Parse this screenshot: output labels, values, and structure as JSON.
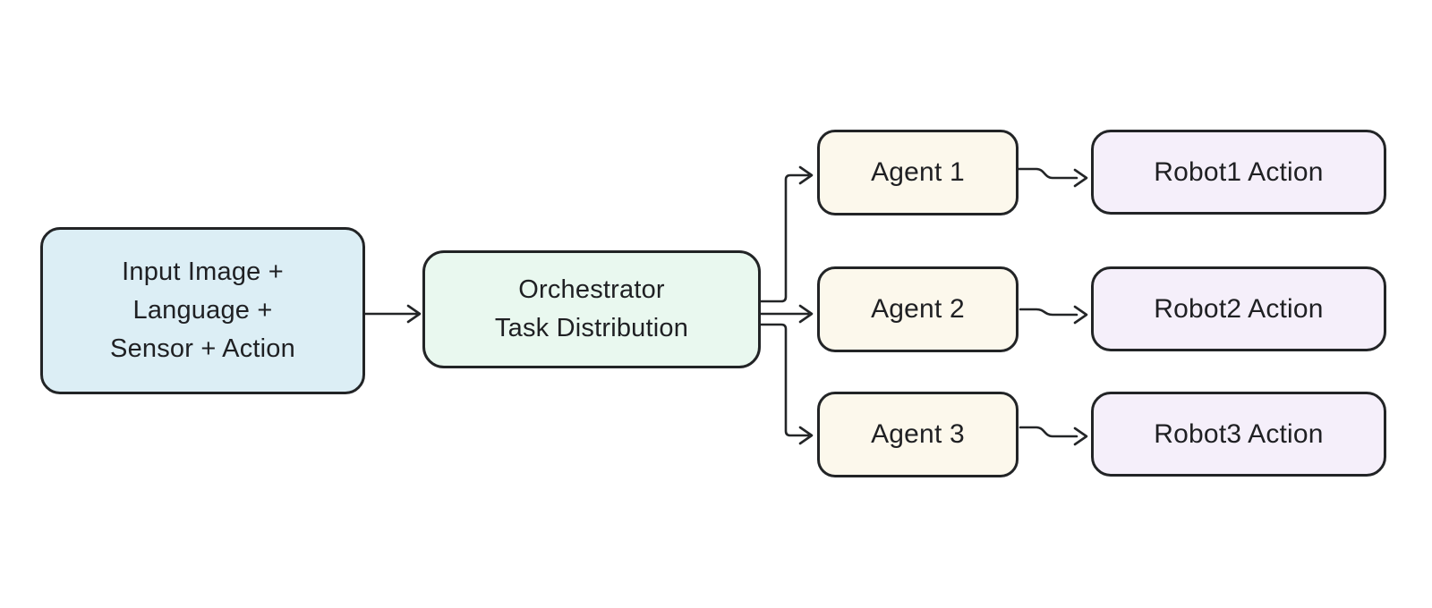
{
  "diagram": {
    "background_color": "#ffffff",
    "line_color": "#232527",
    "text_color": "#1f2023",
    "nodes": {
      "input": {
        "lines": [
          "Input Image +",
          "Language +",
          "Sensor + Action"
        ],
        "fill": "#dceef5"
      },
      "orchestrator": {
        "lines": [
          "Orchestrator",
          "Task Distribution"
        ],
        "fill": "#e9f8ef"
      },
      "agent1": {
        "label": "Agent 1",
        "fill": "#fcf8ec"
      },
      "agent2": {
        "label": "Agent 2",
        "fill": "#fcf8ec"
      },
      "agent3": {
        "label": "Agent 3",
        "fill": "#fcf8ec"
      },
      "robot1": {
        "label": "Robot1 Action",
        "fill": "#f5effa"
      },
      "robot2": {
        "label": "Robot2 Action",
        "fill": "#f5effa"
      },
      "robot3": {
        "label": "Robot3 Action",
        "fill": "#f5effa"
      }
    },
    "connectors": [
      {
        "from": "input",
        "to": "orchestrator"
      },
      {
        "from": "orchestrator",
        "to": "agent1"
      },
      {
        "from": "orchestrator",
        "to": "agent2"
      },
      {
        "from": "orchestrator",
        "to": "agent3"
      },
      {
        "from": "agent1",
        "to": "robot1"
      },
      {
        "from": "agent2",
        "to": "robot2"
      },
      {
        "from": "agent3",
        "to": "robot3"
      }
    ]
  }
}
